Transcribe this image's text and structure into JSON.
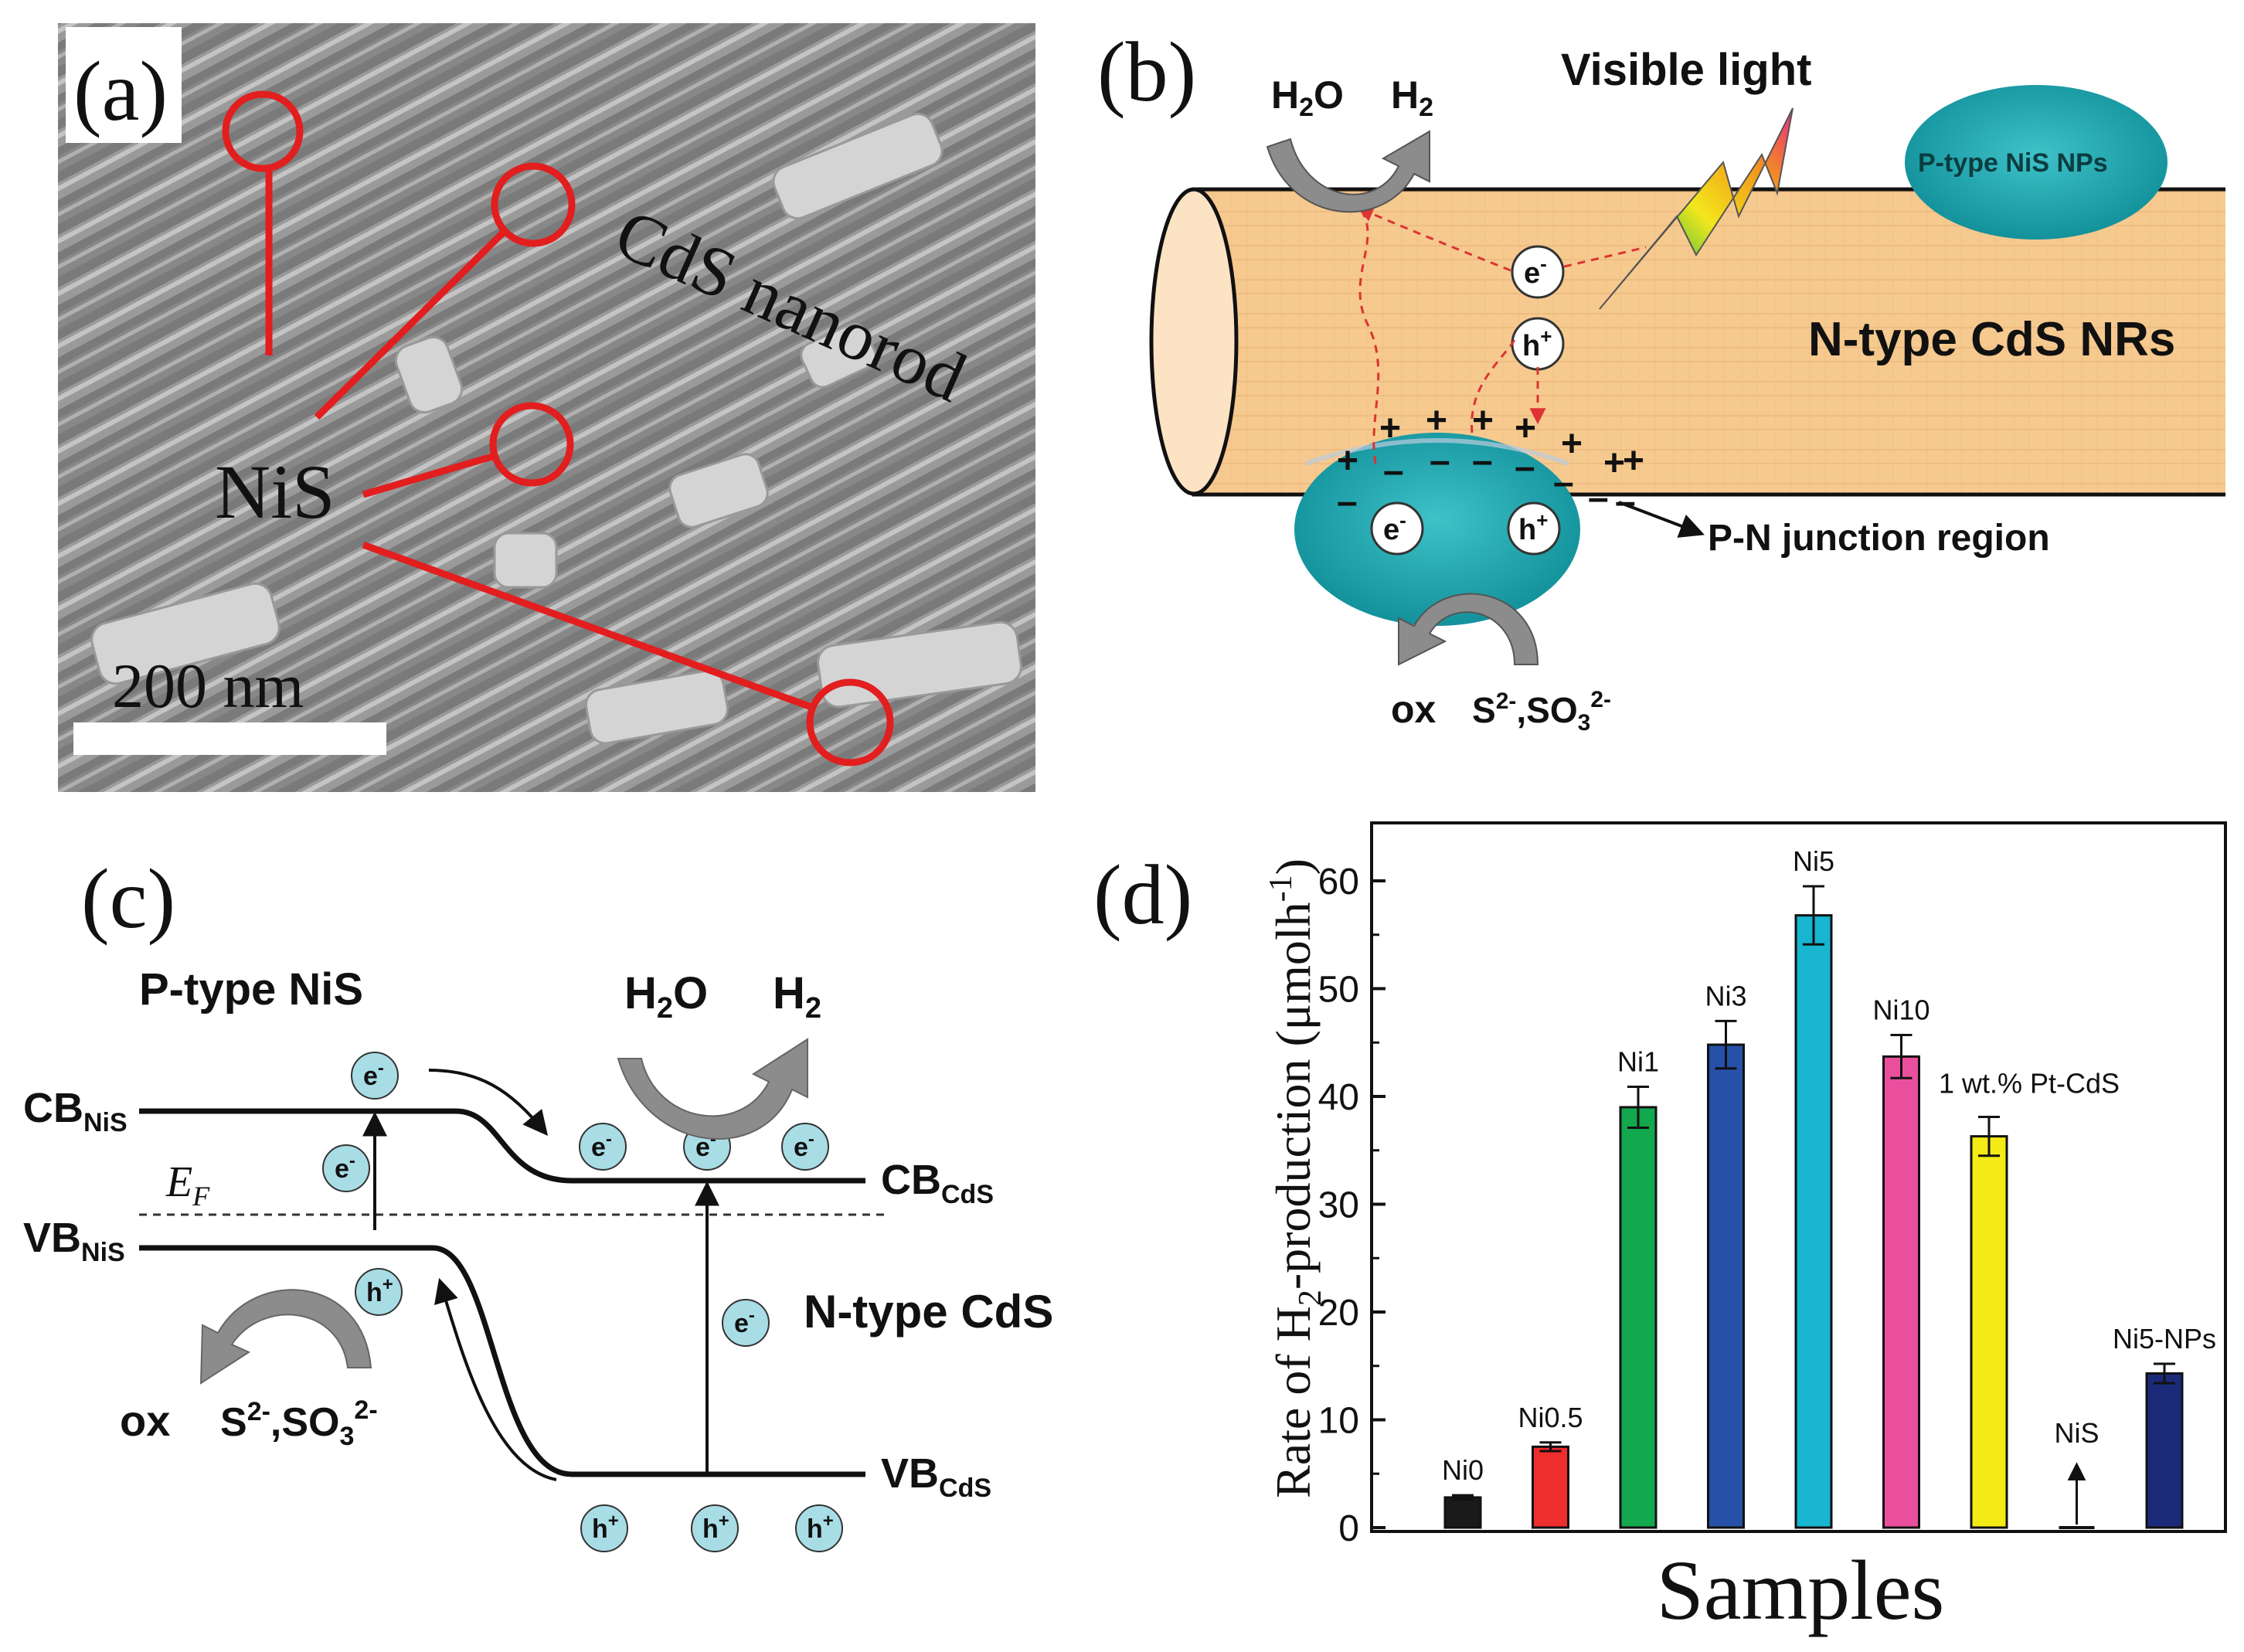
{
  "panels": {
    "a": {
      "tag": "(a)",
      "label_nis": "NiS",
      "label_rod": "CdS nanorod",
      "scale_bar": "200 nm"
    },
    "b": {
      "tag": "(b)",
      "h2o": "H",
      "h2o_sub": "2",
      "h2o_o": "O",
      "h2": "H",
      "h2_sub": "2",
      "light": "Visible light",
      "np": "P-type NiS NPs",
      "nr": "N-type CdS NRs",
      "electron": "e",
      "electron_sup": "-",
      "hole": "h",
      "hole_sup": "+",
      "junction": "P-N junction region",
      "ox": "ox",
      "sacrificial": "S",
      "sacrificial_sup": "2-",
      "sacrificial_mid": ",SO",
      "sacrificial_sub": "3",
      "sacrificial_sup2": "2-",
      "plus": "+",
      "minus": "–"
    },
    "c": {
      "tag": "(c)",
      "ptype": "P-type NiS",
      "ntype": "N-type CdS",
      "cb_nis": "CB",
      "cb_nis_sub": "NiS",
      "vb_nis": "VB",
      "vb_nis_sub": "NiS",
      "cb_cds": "CB",
      "cb_cds_sub": "CdS",
      "vb_cds": "VB",
      "vb_cds_sub": "CdS",
      "ef": "E",
      "ef_sub": "F",
      "h2o": "H",
      "h2o_sub": "2",
      "h2o_o": "O",
      "h2": "H",
      "h2_sub": "2",
      "ox": "ox",
      "sacrificial": "S",
      "sacrificial_sup": "2-",
      "sacrificial_mid": ",SO",
      "sacrificial_sub": "3",
      "sacrificial_sup2": "2-",
      "electron": "e",
      "electron_sup": "-",
      "hole": "h",
      "hole_sup": "+"
    },
    "d": {
      "tag": "(d)"
    }
  },
  "chart_data": {
    "type": "bar",
    "categories": [
      "Ni0",
      "Ni0.5",
      "Ni1",
      "Ni3",
      "Ni5",
      "Ni10",
      "1 wt.% Pt-CdS",
      "NiS",
      "Ni5-NPs"
    ],
    "values": [
      2.8,
      7.5,
      39.0,
      44.8,
      56.8,
      43.7,
      36.3,
      0.0,
      14.3
    ],
    "errors": [
      0.2,
      0.4,
      1.9,
      2.2,
      2.7,
      2.0,
      1.8,
      0.0,
      0.9
    ],
    "colors": [
      "#1a1a1a",
      "#ee2d2d",
      "#12a84e",
      "#2750a8",
      "#17b5d0",
      "#ea4f9e",
      "#f4ea14",
      "#000000",
      "#1b2a78"
    ],
    "ylabel_pre": "Rate of H",
    "ylabel_sub": "2",
    "ylabel_post": "-production (μmolh",
    "ylabel_sup": "-1",
    "ylabel_end": ")",
    "xlabel": "Samples",
    "ylim": [
      0,
      65
    ],
    "yticks": [
      0,
      10,
      20,
      30,
      40,
      50,
      60
    ],
    "grid": false
  }
}
